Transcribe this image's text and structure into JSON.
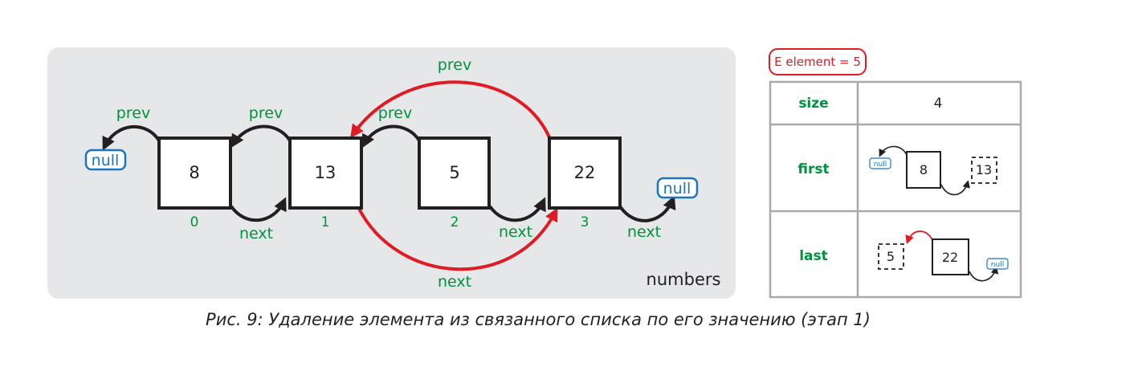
{
  "list": {
    "name": "numbers",
    "nodes": [
      {
        "value": "8",
        "index": "0"
      },
      {
        "value": "13",
        "index": "1"
      },
      {
        "value": "5",
        "index": "2"
      },
      {
        "value": "22",
        "index": "3"
      }
    ],
    "null_label": "null",
    "prev_label": "prev",
    "next_label": "next"
  },
  "element_badge": "E element = 5",
  "table": {
    "rows": [
      {
        "key": "size",
        "value": "4"
      },
      {
        "key": "first",
        "node": "8",
        "prev": "null",
        "next": "13"
      },
      {
        "key": "last",
        "node": "22",
        "prev": "5",
        "next": "null"
      }
    ]
  },
  "caption": "Рис. 9: Удаление элемента из связанного списка по его значению (этап 1)",
  "colors": {
    "panel": "#e6e7e8",
    "black": "#231f20",
    "green": "#00923f",
    "blue": "#1b75bc",
    "red": "#e01b24",
    "grid": "#a7a9ac"
  }
}
